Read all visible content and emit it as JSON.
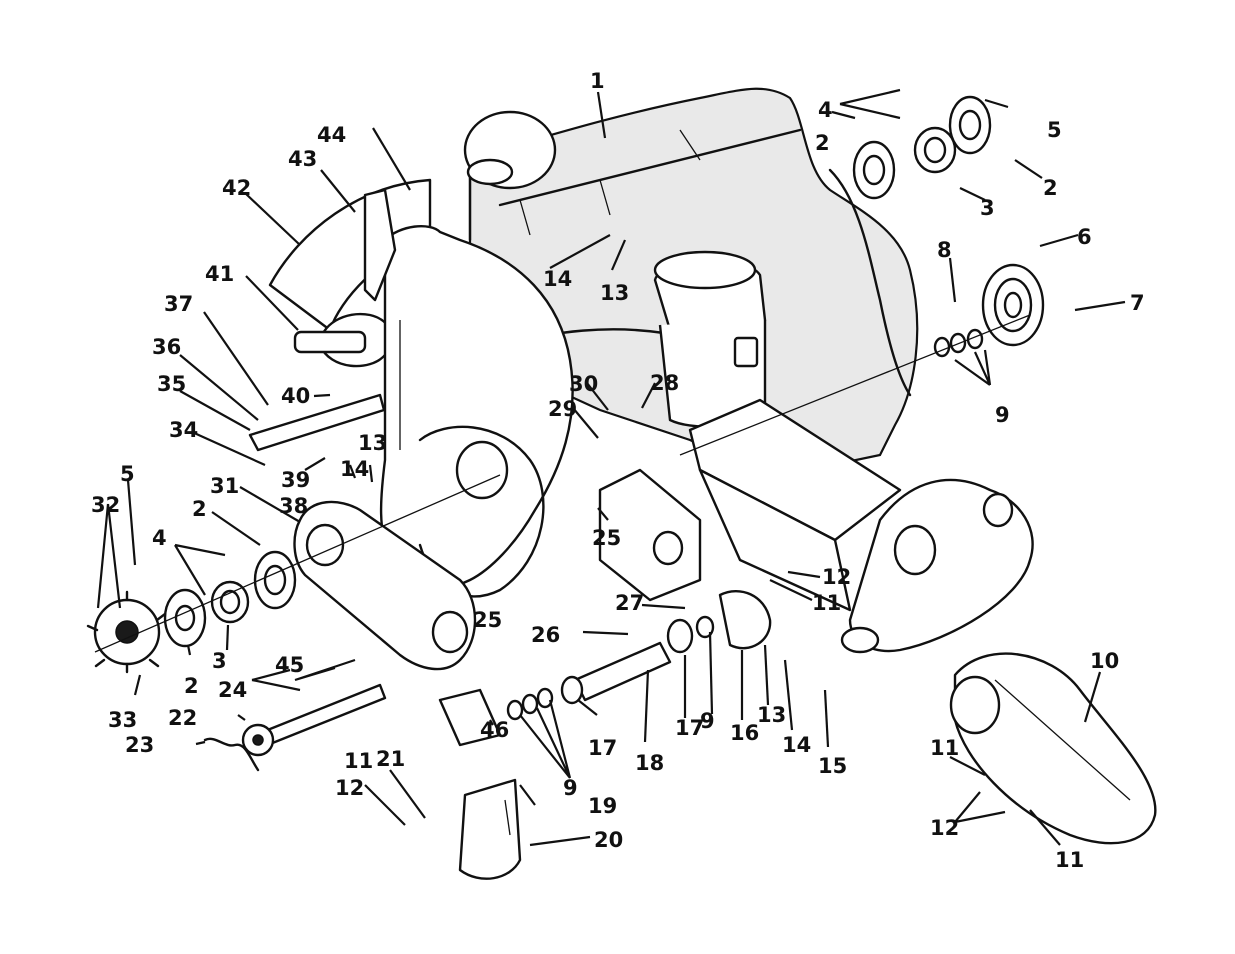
{
  "callouts": [
    {
      "id": "c1",
      "text": "1"
    },
    {
      "id": "c2a",
      "text": "2"
    },
    {
      "id": "c2b",
      "text": "2"
    },
    {
      "id": "c2c",
      "text": "2"
    },
    {
      "id": "c2d",
      "text": "2"
    },
    {
      "id": "c3a",
      "text": "3"
    },
    {
      "id": "c3b",
      "text": "3"
    },
    {
      "id": "c4a",
      "text": "4"
    },
    {
      "id": "c4b",
      "text": "4"
    },
    {
      "id": "c5a",
      "text": "5"
    },
    {
      "id": "c5b",
      "text": "5"
    },
    {
      "id": "c6",
      "text": "6"
    },
    {
      "id": "c7",
      "text": "7"
    },
    {
      "id": "c8",
      "text": "8"
    },
    {
      "id": "c9a",
      "text": "9"
    },
    {
      "id": "c9b",
      "text": "9"
    },
    {
      "id": "c9c",
      "text": "9"
    },
    {
      "id": "c10",
      "text": "10"
    },
    {
      "id": "c11a",
      "text": "11"
    },
    {
      "id": "c11b",
      "text": "11"
    },
    {
      "id": "c11c",
      "text": "11"
    },
    {
      "id": "c11d",
      "text": "11"
    },
    {
      "id": "c12a",
      "text": "12"
    },
    {
      "id": "c12b",
      "text": "12"
    },
    {
      "id": "c12c",
      "text": "12"
    },
    {
      "id": "c13a",
      "text": "13"
    },
    {
      "id": "c13b",
      "text": "13"
    },
    {
      "id": "c13c",
      "text": "13"
    },
    {
      "id": "c14a",
      "text": "14"
    },
    {
      "id": "c14b",
      "text": "14"
    },
    {
      "id": "c14c",
      "text": "14"
    },
    {
      "id": "c15",
      "text": "15"
    },
    {
      "id": "c16",
      "text": "16"
    },
    {
      "id": "c17a",
      "text": "17"
    },
    {
      "id": "c17b",
      "text": "17"
    },
    {
      "id": "c18",
      "text": "18"
    },
    {
      "id": "c19",
      "text": "19"
    },
    {
      "id": "c20",
      "text": "20"
    },
    {
      "id": "c21",
      "text": "21"
    },
    {
      "id": "c22",
      "text": "22"
    },
    {
      "id": "c23",
      "text": "23"
    },
    {
      "id": "c24",
      "text": "24"
    },
    {
      "id": "c25a",
      "text": "25"
    },
    {
      "id": "c25b",
      "text": "25"
    },
    {
      "id": "c26",
      "text": "26"
    },
    {
      "id": "c27",
      "text": "27"
    },
    {
      "id": "c28",
      "text": "28"
    },
    {
      "id": "c29",
      "text": "29"
    },
    {
      "id": "c30",
      "text": "30"
    },
    {
      "id": "c31",
      "text": "31"
    },
    {
      "id": "c32",
      "text": "32"
    },
    {
      "id": "c33",
      "text": "33"
    },
    {
      "id": "c34",
      "text": "34"
    },
    {
      "id": "c35",
      "text": "35"
    },
    {
      "id": "c36",
      "text": "36"
    },
    {
      "id": "c37",
      "text": "37"
    },
    {
      "id": "c38",
      "text": "38"
    },
    {
      "id": "c39",
      "text": "39"
    },
    {
      "id": "c40",
      "text": "40"
    },
    {
      "id": "c41",
      "text": "41"
    },
    {
      "id": "c42",
      "text": "42"
    },
    {
      "id": "c43",
      "text": "43"
    },
    {
      "id": "c44",
      "text": "44"
    },
    {
      "id": "c45",
      "text": "45"
    },
    {
      "id": "c46",
      "text": "46"
    }
  ]
}
